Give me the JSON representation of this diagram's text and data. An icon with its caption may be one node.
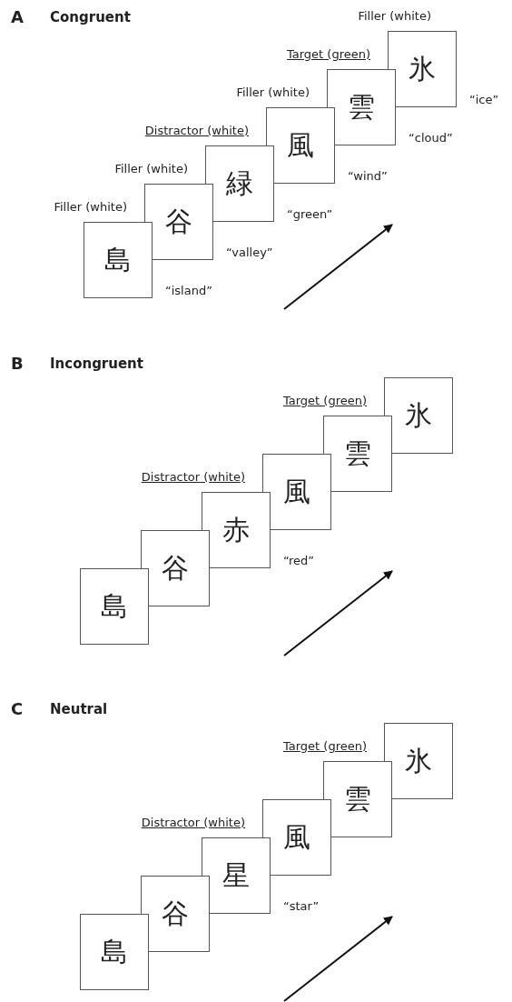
{
  "diagram": {
    "nodes": [
      {
        "text": [
          "島"
        ],
        "beside": [
          "Filler (white)",
          "“island”"
        ]
      },
      {
        "text": [
          "谷"
        ],
        "beside": [
          "Filler (white)",
          "“valley”"
        ]
      },
      {
        "text": [
          "緑"
        ],
        "beside": [
          "Distractor (white)",
          "“green”"
        ]
      },
      {
        "text": [
          "風"
        ],
        "beside": [
          "Filler (white)",
          "“wind”"
        ]
      },
      {
        "text": [
          "雲"
        ],
        "beside": [
          "Target (green)",
          "“cloud”"
        ]
      },
      {
        "text": [
          "氷"
        ],
        "beside": [
          "Filler (white)",
          "“ice”"
        ]
      },
      {
        "text": [
          "島"
        ]
      },
      {
        "text": [
          "谷"
        ]
      },
      {
        "text": [
          "赤"
        ],
        "beside": [
          "Distractor (white)",
          "“red”"
        ]
      },
      {
        "text": [
          "風"
        ]
      },
      {
        "text": [
          "雲"
        ],
        "beside": [
          "Target (green)"
        ]
      },
      {
        "text": [
          "氷"
        ]
      },
      {
        "text": [
          "島"
        ]
      },
      {
        "text": [
          "谷"
        ]
      },
      {
        "text": [
          "星"
        ],
        "beside": [
          "Distractor (white)",
          "“star”"
        ]
      },
      {
        "text": [
          "風"
        ]
      },
      {
        "text": [
          "雲"
        ],
        "beside": [
          "Target (green)"
        ]
      },
      {
        "text": [
          "氷"
        ]
      }
    ],
    "labels": [
      "A",
      "Congruent",
      "B",
      "Incongruent",
      "C",
      "Neutral"
    ]
  }
}
